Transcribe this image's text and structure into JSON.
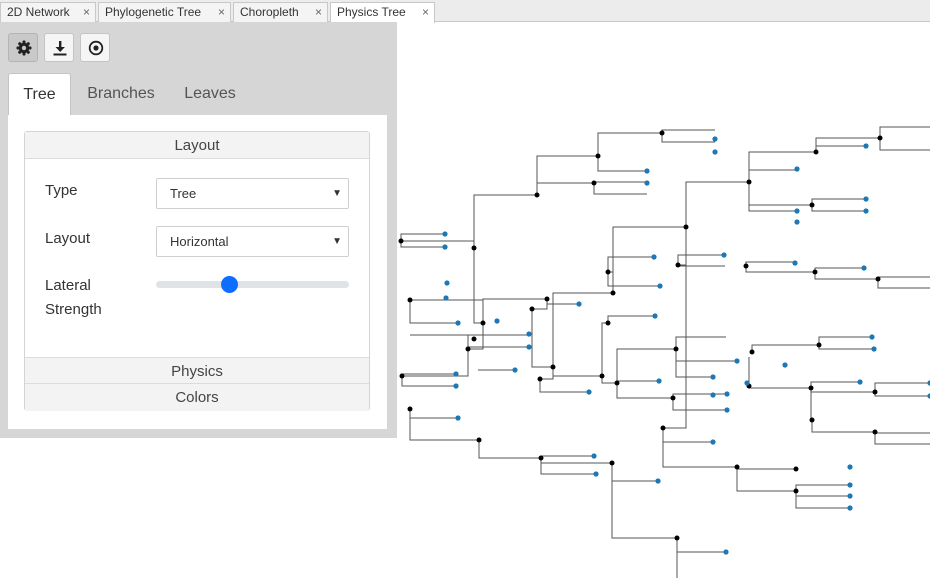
{
  "tabs": [
    {
      "label": "2D Network",
      "close": "×",
      "active": false
    },
    {
      "label": "Phylogenetic Tree",
      "close": "×",
      "active": false
    },
    {
      "label": "Choropleth",
      "close": "×",
      "active": false
    },
    {
      "label": "Physics Tree",
      "close": "×",
      "active": true
    }
  ],
  "toolbar": {
    "settings_icon": "gear-icon",
    "download_icon": "download-icon",
    "center_icon": "target-icon"
  },
  "panel": {
    "tabs": [
      "Tree",
      "Branches",
      "Leaves"
    ],
    "active_tab": "Tree",
    "sections": {
      "layout": "Layout",
      "physics": "Physics",
      "colors": "Colors"
    },
    "fields": {
      "type_label": "Type",
      "type_value": "Tree",
      "layout_label": "Layout",
      "layout_value": "Horizontal",
      "lateral_label_line1": "Lateral",
      "lateral_label_line2": "Strength",
      "lateral_strength": 0.38
    }
  },
  "colors": {
    "leaf": "#1f77b4",
    "internal": "#000000",
    "branch": "#555555",
    "accent": "#0d6efd"
  }
}
